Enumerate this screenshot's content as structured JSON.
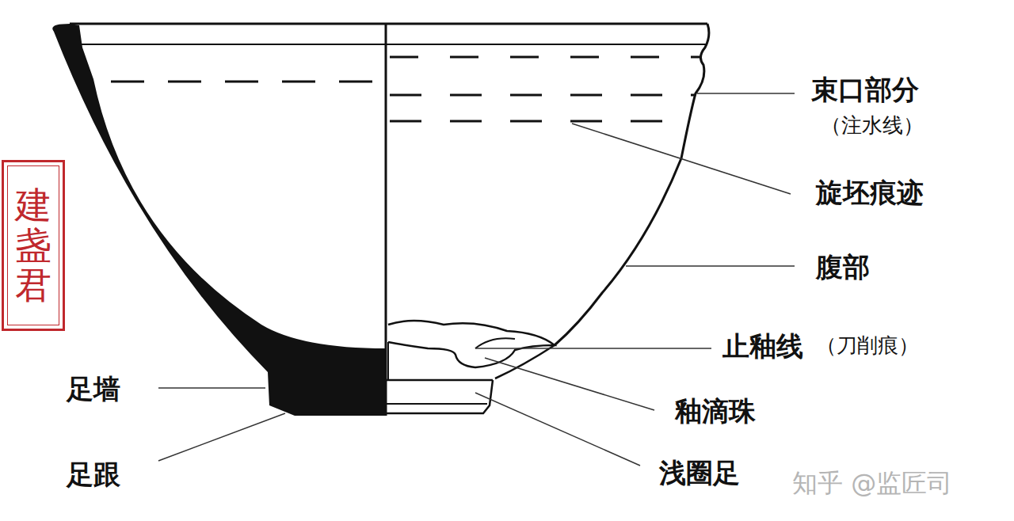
{
  "diagram": {
    "nodes": [
      {
        "text": [
          "建盏君"
        ]
      }
    ],
    "labels": [
      "束口部分",
      "（注水线）",
      "旋坯痕迹",
      "腹部",
      "止釉线",
      "（刀削痕）",
      "釉滴珠",
      "浅圈足",
      "足墙",
      "足跟",
      "知乎 @监匠司"
    ]
  }
}
